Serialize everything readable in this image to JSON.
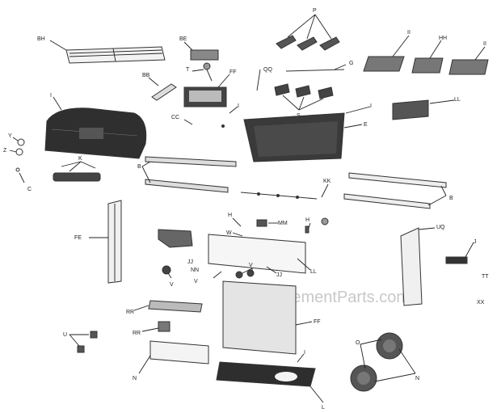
{
  "labels": {
    "BH": "BH",
    "BE": "BE",
    "P": "P",
    "II_a": "II",
    "HH": "HH",
    "II_b": "II",
    "BB": "BB",
    "T": "T",
    "FF_top": "FF",
    "QQ": "QQ",
    "G": "G",
    "LL": "LL",
    "I_lid": "I",
    "Y": "Y",
    "Z": "Z",
    "C": "C",
    "K": "K",
    "CC": "CC",
    "I_mid": "I",
    "S": "S",
    "I_right": "I",
    "E": "E",
    "B_left": "B",
    "KK": "KK",
    "B_right": "B",
    "FE": "FE",
    "H_a": "H",
    "MM": "MM",
    "H_b": "H",
    "W": "W",
    "UQ": "UQ",
    "J_right": "J",
    "JJ_a": "JJ",
    "NN": "NN",
    "V_a": "V",
    "JJ_b": "JJ",
    "V_b": "V",
    "LL_panel": "LL",
    "RR_a": "RR",
    "RR_b": "RR",
    "TT": "TT",
    "XX": "XX",
    "U": "U",
    "FF_door": "FF",
    "N_left": "N",
    "O": "O",
    "N_right": "N",
    "I_bottom": "I",
    "L": "L"
  },
  "watermark": "eReplacementParts.com",
  "colors": {
    "line": "#222222",
    "part_fill": "#3a3a3a",
    "part_light": "#d8d8d8",
    "watermark": "#c8c8c8",
    "background": "#ffffff"
  }
}
